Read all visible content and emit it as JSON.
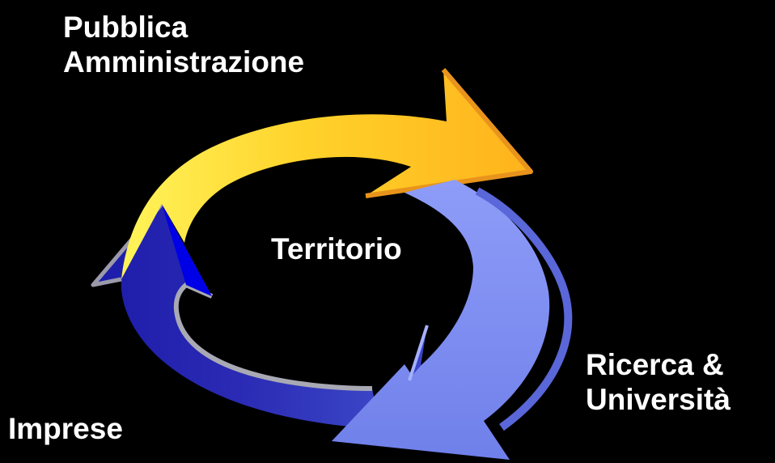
{
  "diagram": {
    "center_label": "Territorio",
    "nodes": [
      {
        "id": "pa",
        "lines": [
          "Pubblica",
          "Amministrazione"
        ]
      },
      {
        "id": "ru",
        "lines": [
          "Ricerca &",
          "Università"
        ]
      },
      {
        "id": "imp",
        "lines": [
          "Imprese"
        ]
      }
    ],
    "colors": {
      "background": "#000000",
      "arrow_yellow": "#ffcc22",
      "arrow_light_blue": "#7b8cf0",
      "arrow_dark_blue": "#1a1ac8",
      "text": "#ffffff"
    }
  }
}
